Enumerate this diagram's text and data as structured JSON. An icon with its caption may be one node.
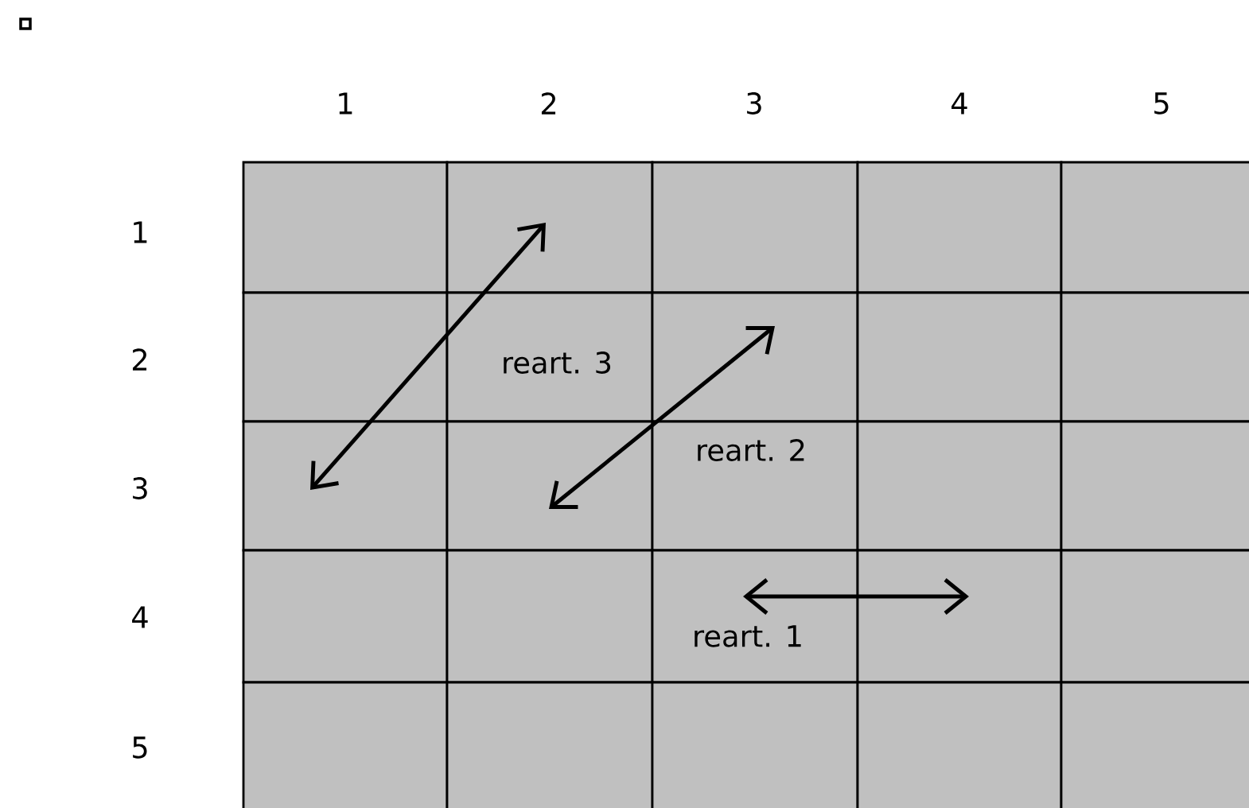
{
  "diagram": {
    "labels": [
      "1",
      "2",
      "3",
      "4",
      "5",
      "1",
      "2",
      "3",
      "4",
      "5",
      "reart. 3",
      "reart. 2",
      "reart. 1"
    ]
  }
}
